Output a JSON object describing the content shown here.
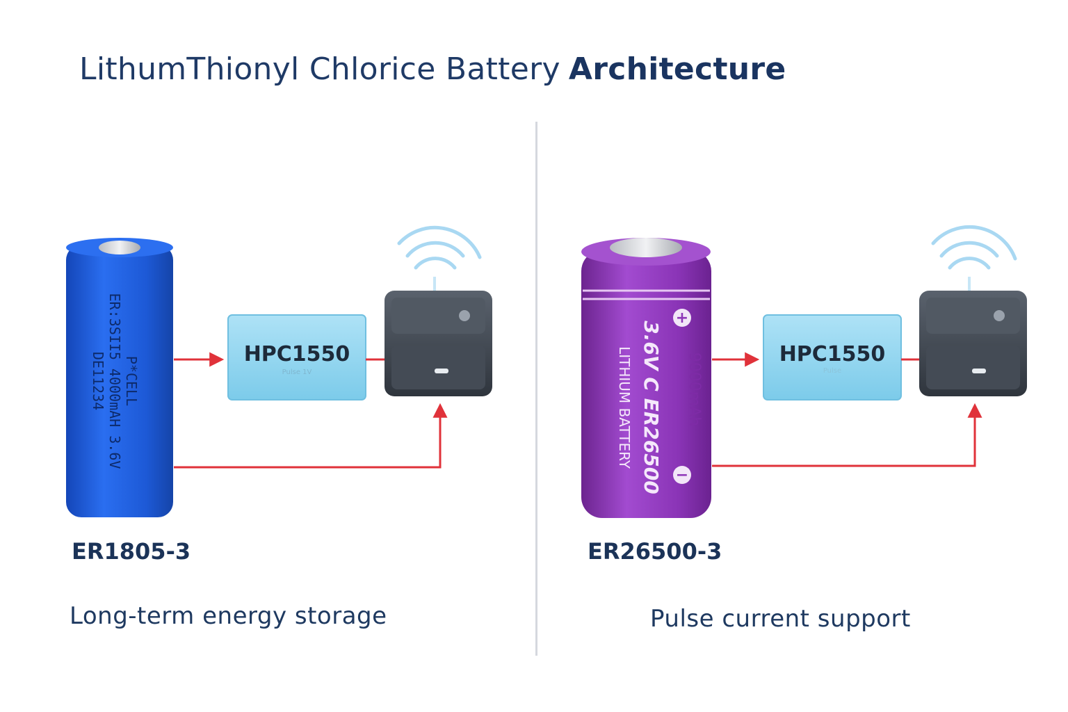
{
  "title": {
    "regular": "LithumThionyl Chlorice Battery",
    "bold": "Architecture"
  },
  "colors": {
    "title": "#1f3a66",
    "left_battery": "#1e5cd6",
    "right_battery": "#8e36b8",
    "module": "#8fd3ee",
    "arrow": "#e0323a",
    "device": "#3f4650",
    "wifi": "#a9d8f2"
  },
  "left": {
    "battery_label_lines": [
      "P*CELL",
      "ER:3SII5  4000mAH  3.6V",
      "DE11234"
    ],
    "module_label": "HPC1550",
    "module_sublabel": "Pulse 1V",
    "model": "ER1805-3",
    "caption": "Long-term energy storage"
  },
  "right": {
    "battery_label_main": "3.6V C ER26500",
    "battery_label_sub": "LITHIUM BATTERY",
    "battery_capacity": "9000mAh",
    "battery_plus": "+",
    "battery_minus": "−",
    "module_label": "HPC1550",
    "module_sublabel": "Pulse",
    "model": "ER26500-3",
    "caption": "Pulse current support"
  },
  "icons": {
    "device": "wireless-sensor-icon",
    "signal": "wifi-signal-icon"
  }
}
